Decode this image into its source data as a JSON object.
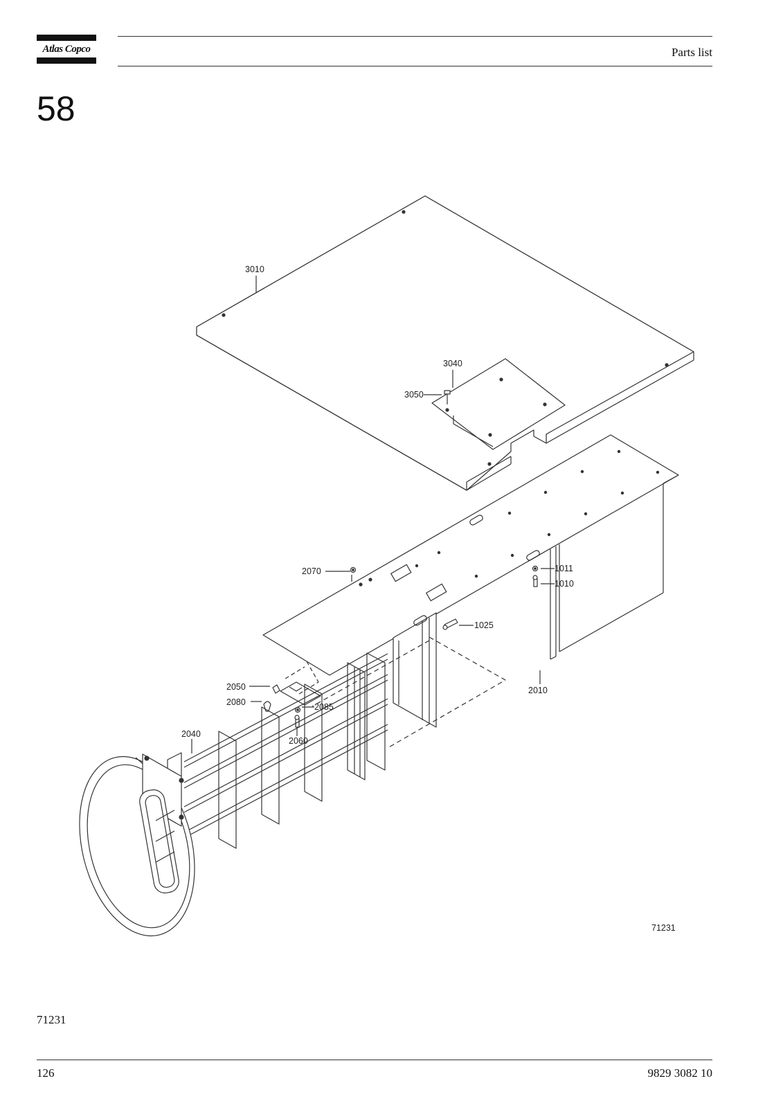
{
  "header": {
    "brand": "Atlas Copco",
    "title": "Parts list"
  },
  "section": {
    "number": "58"
  },
  "diagram": {
    "drawing_number": "71231",
    "callouts": {
      "c3010": "3010",
      "c3040": "3040",
      "c3050": "3050",
      "c2070": "2070",
      "c1011": "1011",
      "c1010": "1010",
      "c1025": "1025",
      "c2010": "2010",
      "c2050": "2050",
      "c2080": "2080",
      "c2085": "2085",
      "c2060": "2060",
      "c2040": "2040"
    }
  },
  "footer": {
    "figure_id": "71231",
    "page_number": "126",
    "document_number": "9829 3082 10"
  }
}
